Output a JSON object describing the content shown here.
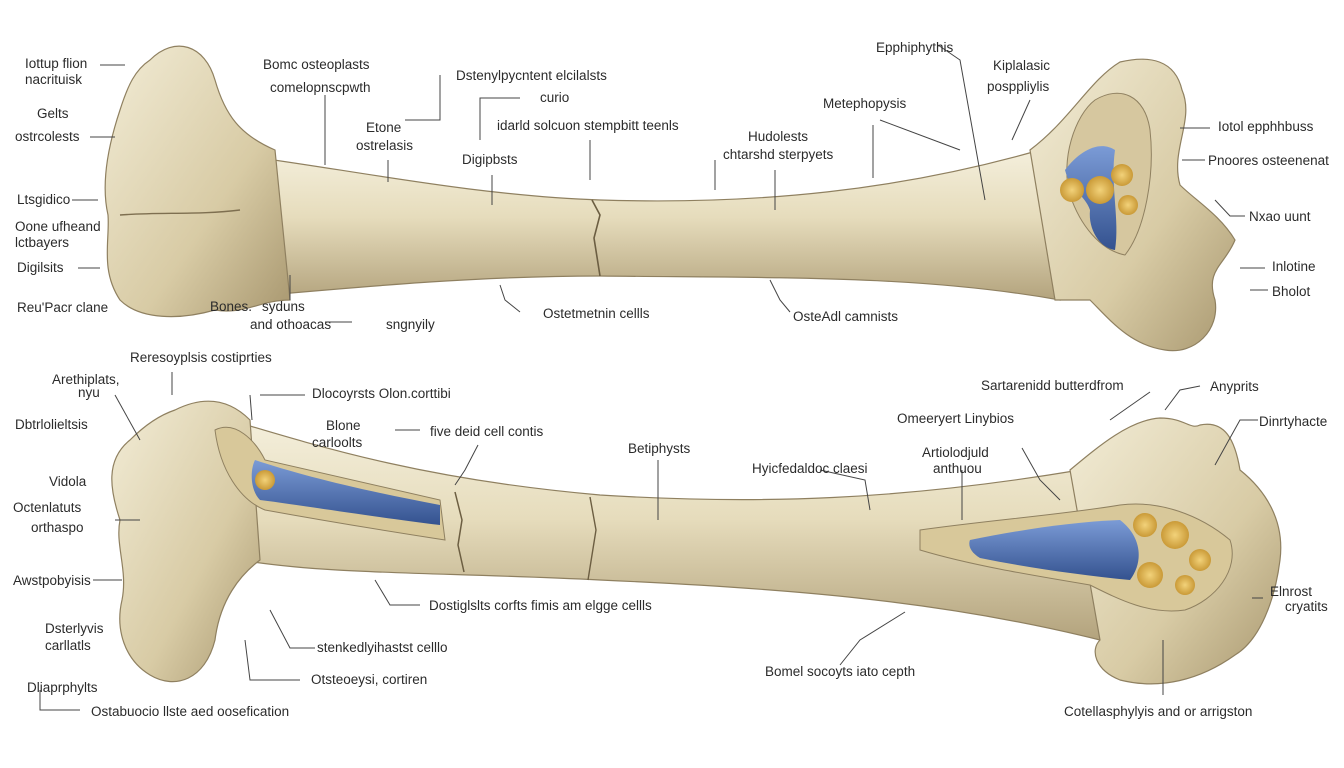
{
  "colors": {
    "background": "#ffffff",
    "bone_light": "#ede6cf",
    "bone_shade": "#b8aa86",
    "marrow_blue": "#4a6fb0",
    "cancellous_yellow": "#d9a93a",
    "leader_line": "#444444"
  },
  "labels": {
    "t01": "Iottup flion",
    "t02": "nacrituisk",
    "t03": "Gelts",
    "t04": "ostrcolests",
    "t05": "Ltsgidico",
    "t06": "Oone ufheand",
    "t07": "lctbayers",
    "t08": "Digilsits",
    "t09": "Reu'Pacr clane",
    "t10": "Bomc osteoplasts",
    "t11": "comelopnscpwth",
    "t12": "Dstenylpycntent elcilalsts",
    "t13": "curio",
    "t14": "Etone",
    "t15": "ostrelasis",
    "t16": "idarld solcuon stempbitt teenls",
    "t17": "Digipbsts",
    "t18": "Hudolests",
    "t19": "chtarshd sterpyets",
    "t20": "Epphiphythis",
    "t21": "Metephopysis",
    "t22": "Kiplalasic",
    "t23": "posppliylis",
    "t24": "Iotol epphhbuss",
    "t25": "Pnoores osteenenat",
    "t26": "Nxao uunt",
    "t27": "Inlotine",
    "t28": "Bholot",
    "t29": "Bones.",
    "t30": "syduns",
    "t31": "and othoacas",
    "t32": "sngnyily",
    "t33": "Ostetmetnin cellls",
    "t34": "OsteAdl camnists",
    "b01": "Reresoyplsis costiprties",
    "b02": "Arethiplats,",
    "b03": "nyu",
    "b04": "Dbtrlolieltsis",
    "b05": "Vidola",
    "b06": "Octenlatuts",
    "b07": "orthaspo",
    "b08": "Awstpobyisis",
    "b09": "Dsterlyvis",
    "b10": "carllatls",
    "b11": "Dliaprphylts",
    "b12": "Ostabuocio llste aed oosefication",
    "b13": "Dlocoyrsts Olon.corttibi",
    "b14": "Blone",
    "b15": "carloolts",
    "b16": "five deid cell contis",
    "b17": "Betiphysts",
    "b18": "Hyicfedaldoc claesi",
    "b19": "Artiolodjuld",
    "b20": "anthuou",
    "b21": "Omeeryert Linybios",
    "b22": "Sartarenidd butterdfrom",
    "b23": "Anyprits",
    "b24": "Dinrtyhacte",
    "b25": "Elnrost",
    "b26": "cryatits",
    "b27": "Dostiglslts corfts fimis am elgge cellls",
    "b28": "stenkedlyihastst celllo",
    "b29": "Otsteoeysi, cortiren",
    "b30": "Bomel socoyts iato cepth",
    "b31": "Cotellasphylyis and or arrigston"
  }
}
